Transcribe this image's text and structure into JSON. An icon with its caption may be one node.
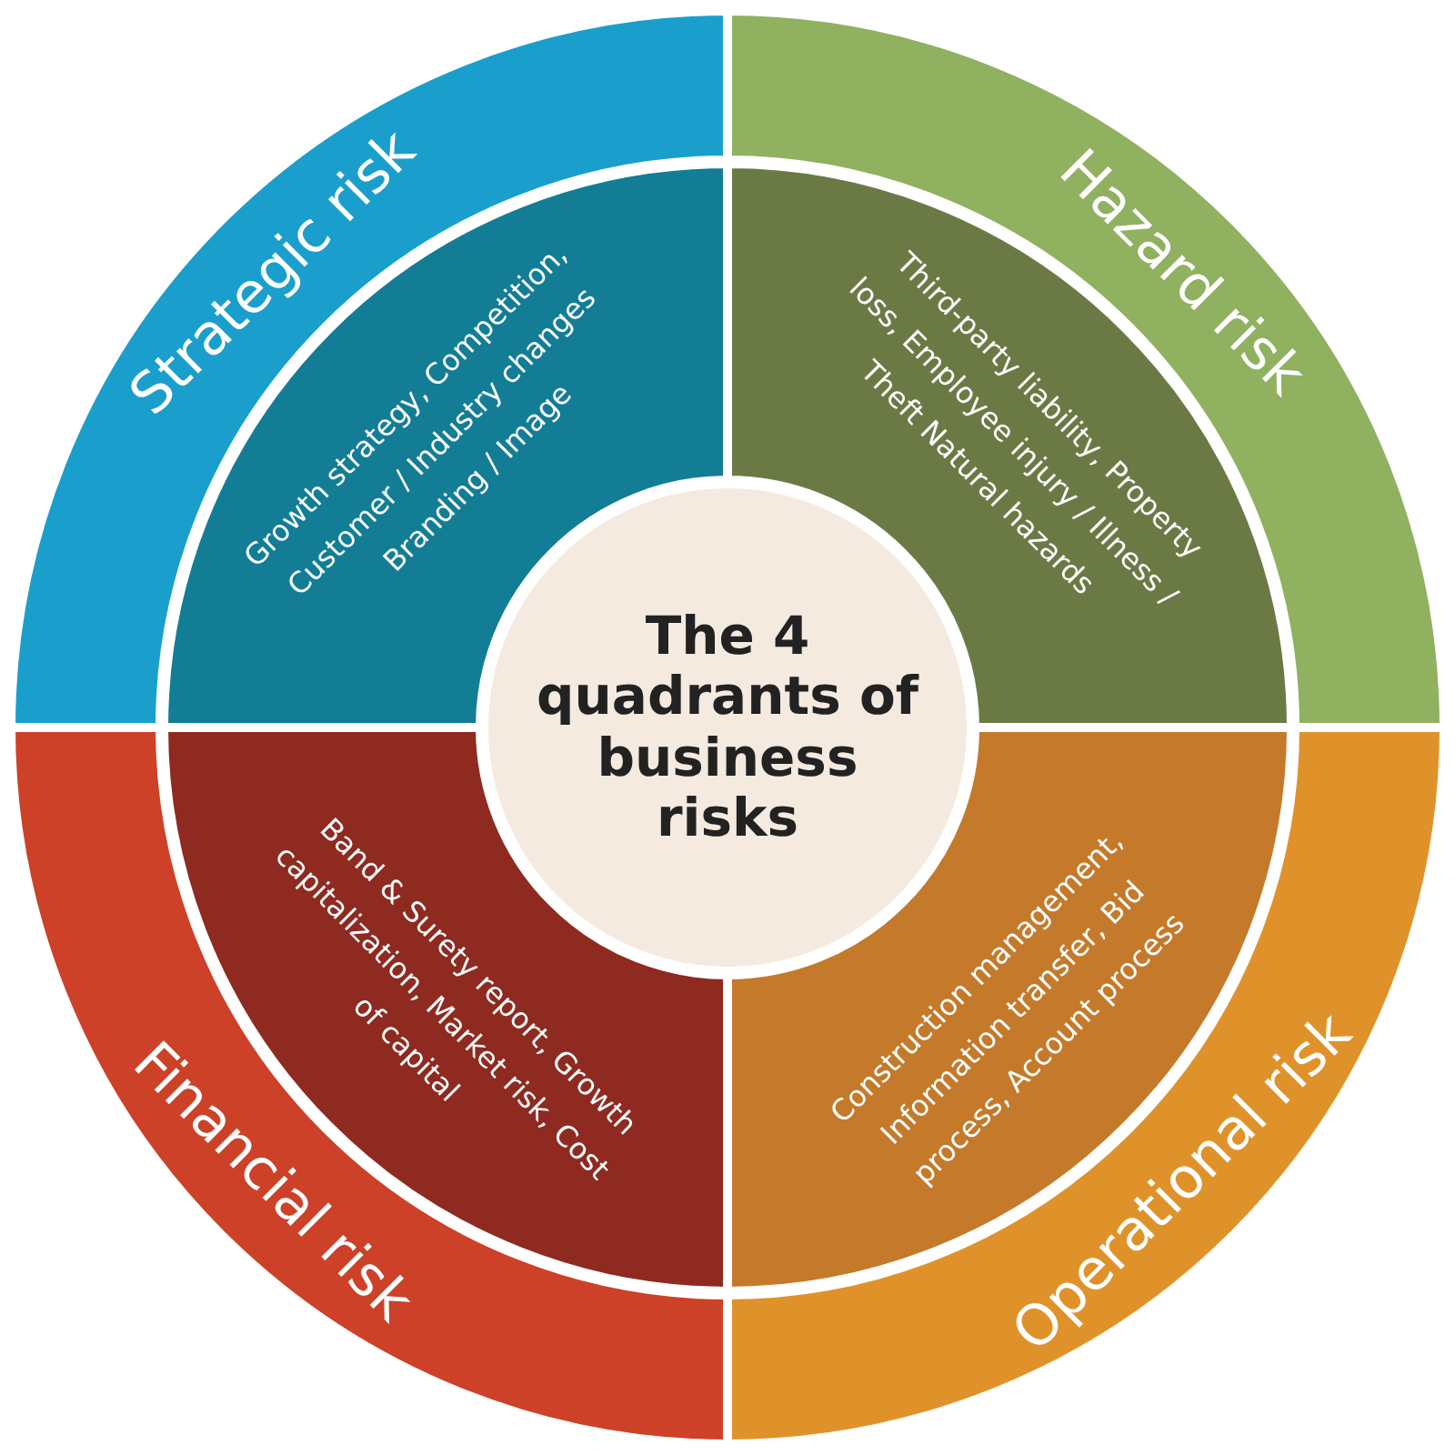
{
  "diagram": {
    "nodes": [
      {
        "text": [
          "Strategic risk"
        ]
      },
      {
        "text": [
          "Growth strategy, Competition, Customer / Industry changes Branding / Image"
        ]
      },
      {
        "text": [
          "Hazard risk"
        ]
      },
      {
        "text": [
          "Third-party liability, Property loss, Employee injury / Illness / Theft Natural hazards"
        ]
      },
      {
        "text": [
          "The 4 quadrants of business risks"
        ]
      },
      {
        "text": [
          "Financial risk"
        ]
      },
      {
        "text": [
          "Band & Surety report, Growth capitalization, Market risk, Cost of capital"
        ]
      },
      {
        "text": [
          "Operational risk"
        ]
      },
      {
        "text": [
          "Construction management, Information transfer, Bid process, Account process"
        ]
      }
    ]
  }
}
